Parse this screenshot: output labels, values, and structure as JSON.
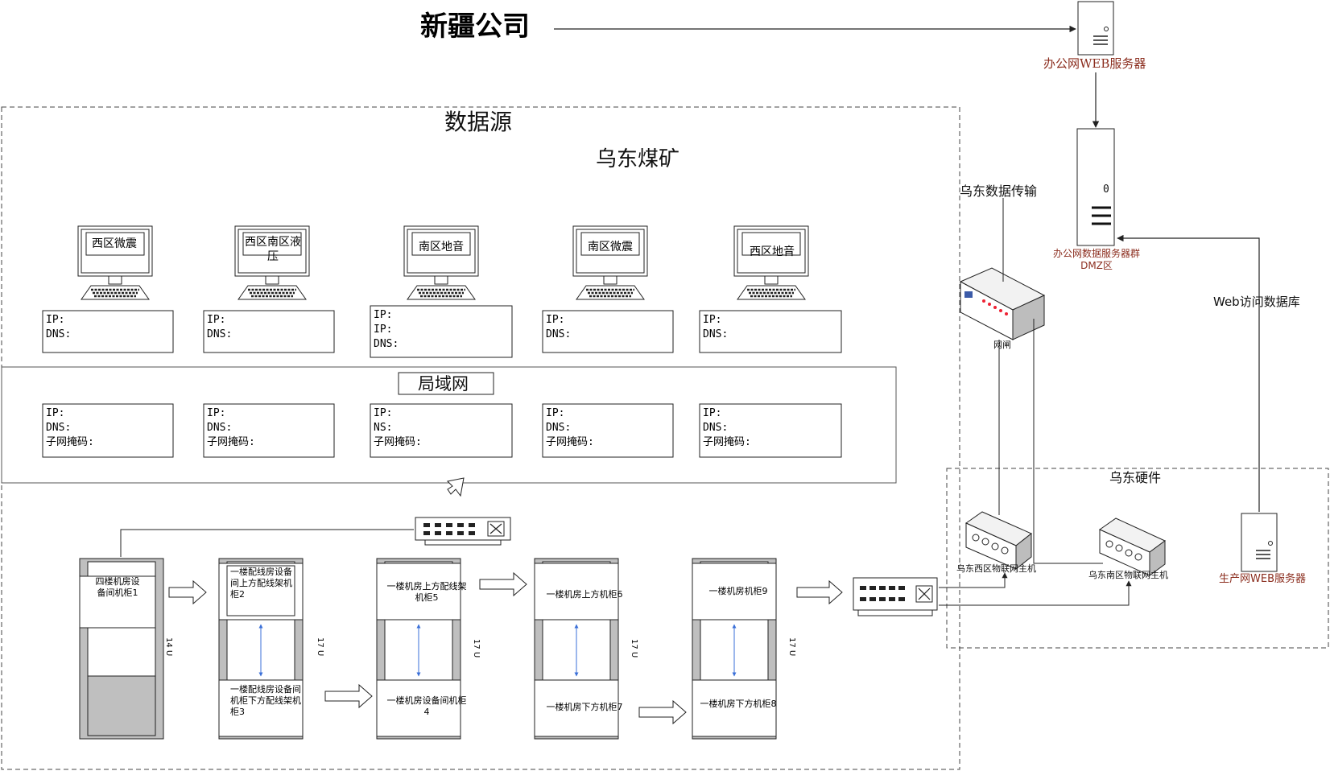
{
  "header": {
    "company": "新疆公司"
  },
  "office_web_server": {
    "label": "办公网WEB服务器"
  },
  "office_db_cluster": {
    "label": "办公网数据服务器群\nDMZ区",
    "indicator": "0"
  },
  "transfer_label": "乌东数据传输",
  "web_db_label": "Web访问数据库",
  "gateway": {
    "label": "网闸"
  },
  "data_source": {
    "title": "数据源",
    "subtitle": "乌东煤矿"
  },
  "computers": [
    {
      "screen": "西区微震",
      "info": "IP:\nDNS:"
    },
    {
      "screen": "西区南区液\n压",
      "info": "IP:\nDNS:"
    },
    {
      "screen": "南区地音",
      "info": "IP:\nIP:\nDNS:"
    },
    {
      "screen": "南区微震",
      "info": "IP:\nDNS:"
    },
    {
      "screen": "西区地音",
      "info": "IP:\nDNS:"
    }
  ],
  "lan": {
    "title": "局域网",
    "boxes": [
      "IP:\nDNS:\n子网掩码:",
      "IP:\nDNS:\n子网掩码:",
      "IP:\nNS:\n子网掩码:",
      "IP:\nDNS:\n子网掩码:",
      "IP:\nDNS:\n子网掩码:"
    ]
  },
  "cabinets": [
    {
      "top": "四楼机房设\n备间机柜1",
      "bottom": "",
      "u": "14 U"
    },
    {
      "top": "一楼配线房设备\n间上方配线架机\n柜2",
      "bottom": "一楼配线房设备间\n机柜下方配线架机\n柜3",
      "u": "17 U"
    },
    {
      "top": "一楼机房上方配线架\n机柜5",
      "bottom": "一楼机房设备间机柜\n4",
      "u": "17 U"
    },
    {
      "top": "一楼机房上方机柜6",
      "bottom": "一楼机房下方机柜7",
      "u": "17 U"
    },
    {
      "top": "一楼机房机柜9",
      "bottom": "一楼机房下方机柜8",
      "u": "17 U"
    }
  ],
  "hardware": {
    "title": "乌东硬件",
    "west_host": "乌东西区物联网主机",
    "south_host": "乌东南区物联网主机",
    "prod_server": "生产网WEB服务器"
  },
  "colors": {
    "accent_red": "#8b2d1e",
    "line": "#333333",
    "link_blue": "#3a6fd8"
  }
}
